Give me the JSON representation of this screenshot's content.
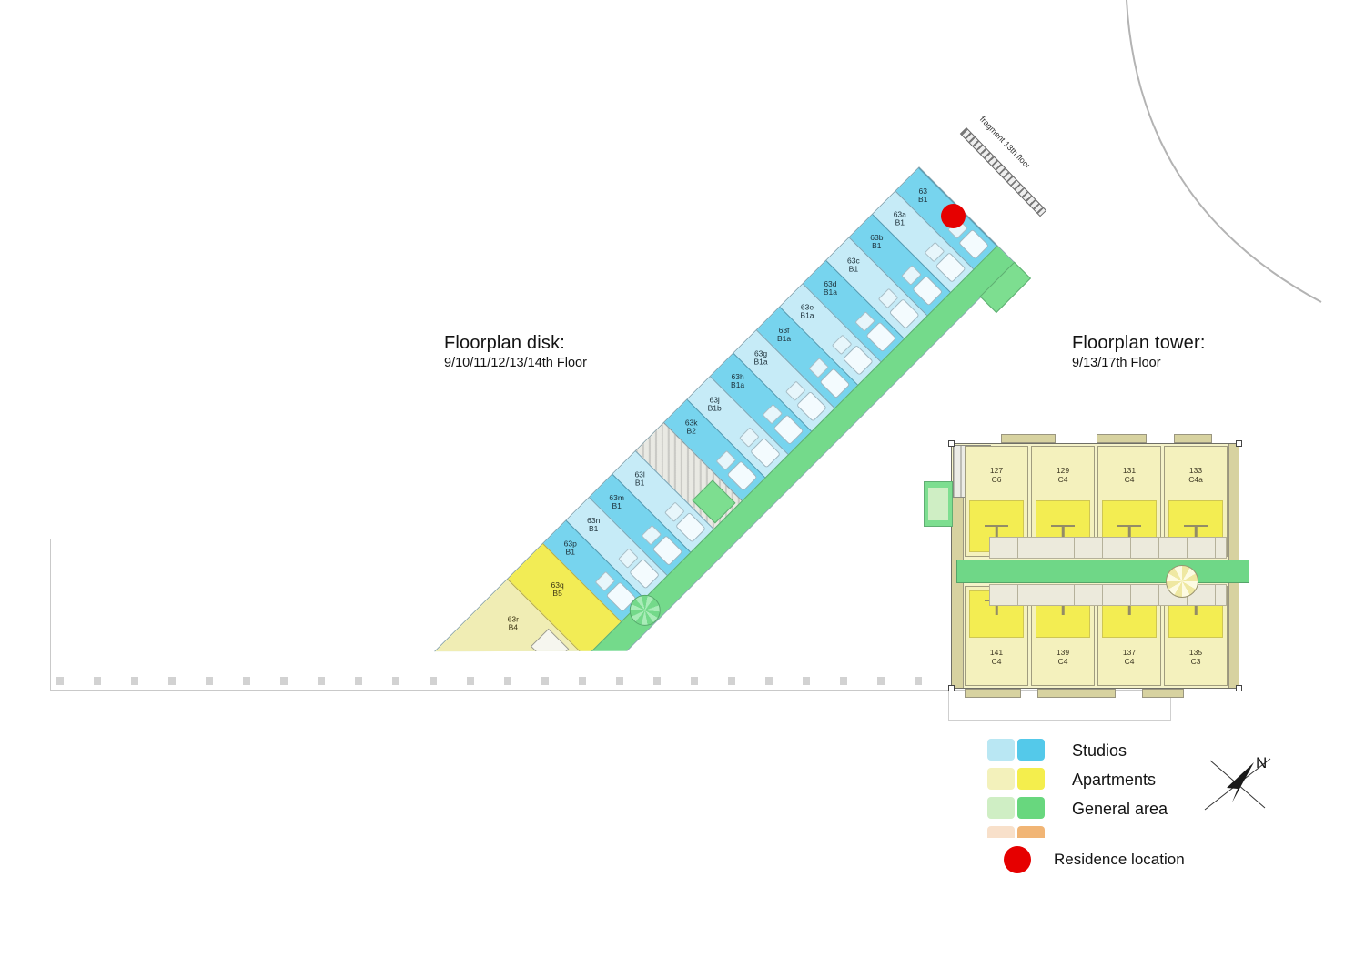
{
  "disk": {
    "title": "Floorplan disk:",
    "subtitle": "9/10/11/12/13/14th Floor",
    "fragment_note": "fragment 13th floor",
    "units": [
      {
        "id": "63",
        "type": "B1"
      },
      {
        "id": "63a",
        "type": "B1"
      },
      {
        "id": "63b",
        "type": "B1"
      },
      {
        "id": "63c",
        "type": "B1"
      },
      {
        "id": "63d",
        "type": "B1a"
      },
      {
        "id": "63e",
        "type": "B1a"
      },
      {
        "id": "63f",
        "type": "B1a"
      },
      {
        "id": "63g",
        "type": "B1a"
      },
      {
        "id": "63h",
        "type": "B1a"
      },
      {
        "id": "63j",
        "type": "B1b"
      },
      {
        "id": "63k",
        "type": "B2"
      },
      {
        "id": "63l",
        "type": "B1"
      },
      {
        "id": "63m",
        "type": "B1"
      },
      {
        "id": "63n",
        "type": "B1"
      },
      {
        "id": "63p",
        "type": "B1"
      },
      {
        "id": "63q",
        "type": "B5"
      },
      {
        "id": "63r",
        "type": "B4"
      }
    ]
  },
  "tower": {
    "title": "Floorplan tower:",
    "subtitle": "9/13/17th Floor",
    "top_row": [
      {
        "id": "127",
        "type": "C6"
      },
      {
        "id": "129",
        "type": "C4"
      },
      {
        "id": "131",
        "type": "C4"
      },
      {
        "id": "133",
        "type": "C4a"
      }
    ],
    "bottom_row": [
      {
        "id": "141",
        "type": "C4"
      },
      {
        "id": "139",
        "type": "C4"
      },
      {
        "id": "137",
        "type": "C4"
      },
      {
        "id": "135",
        "type": "C3"
      }
    ]
  },
  "legend": {
    "items": [
      {
        "label": "Studios",
        "light": "#b9e7f3",
        "dark": "#54c9ea"
      },
      {
        "label": "Apartments",
        "light": "#f3f1bb",
        "dark": "#f4ee4d"
      },
      {
        "label": "General area",
        "light": "#cfeec4",
        "dark": "#68d77e"
      }
    ],
    "extra_swatch": {
      "light": "#f8dfc8",
      "dark": "#f1b26e"
    },
    "residence_label": "Residence location",
    "residence_color": "#e60000"
  },
  "compass": {
    "label": "N"
  },
  "marker": {
    "color": "#e60000"
  }
}
